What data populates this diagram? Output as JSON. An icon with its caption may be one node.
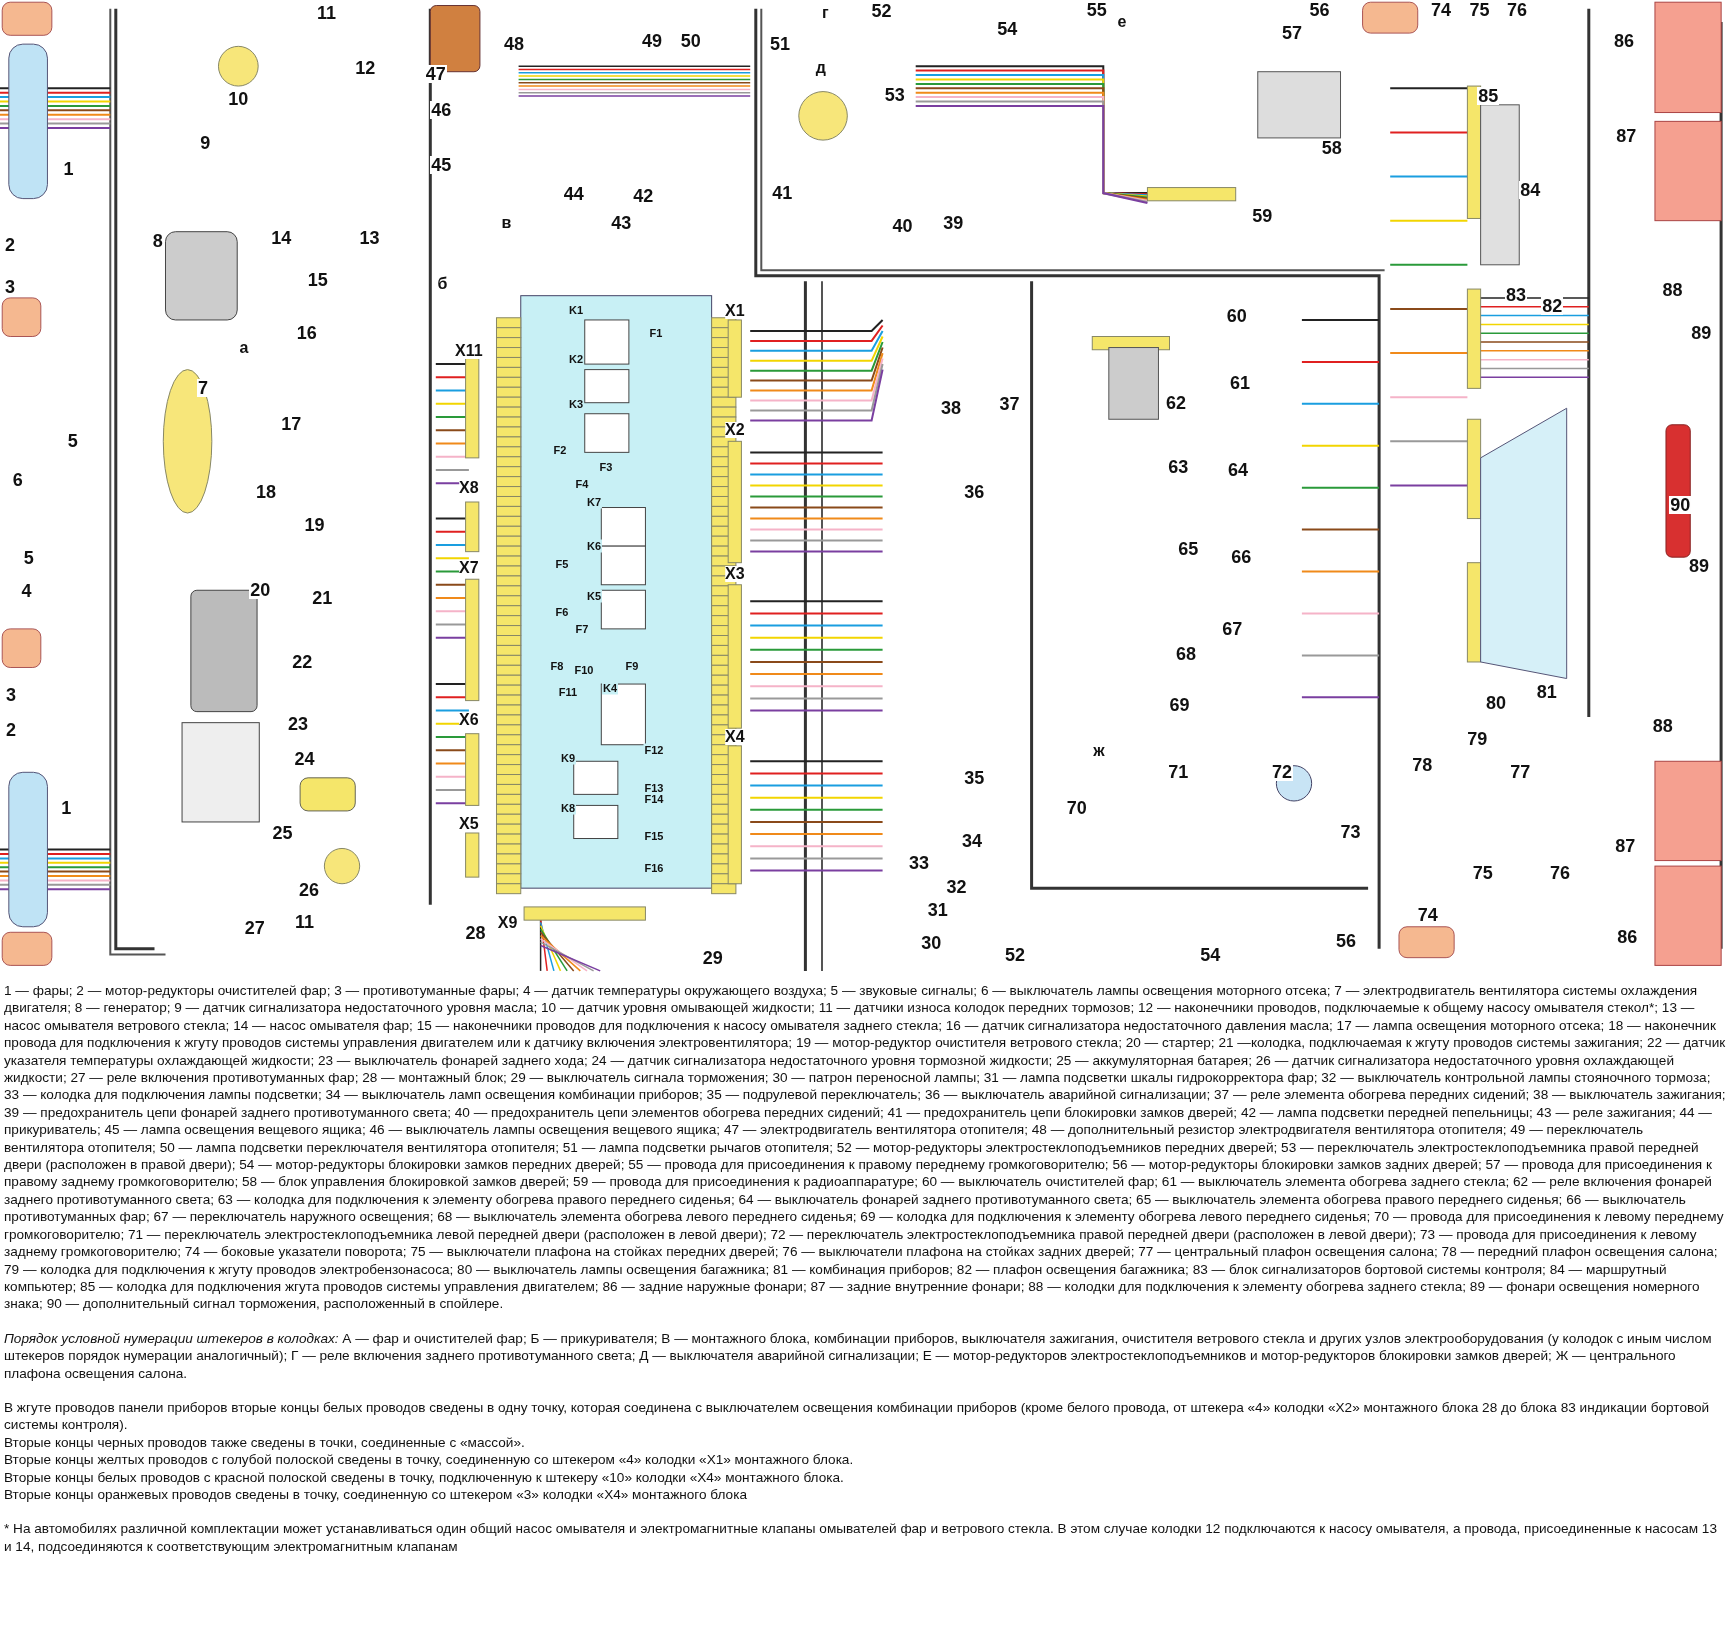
{
  "diagram": {
    "labels": [
      "1",
      "2",
      "3",
      "4",
      "5",
      "6",
      "5",
      "3",
      "2",
      "1",
      "7",
      "8",
      "9",
      "10",
      "11",
      "12",
      "14",
      "13",
      "15",
      "16",
      "17",
      "18",
      "19",
      "20",
      "21",
      "22",
      "23",
      "24",
      "25",
      "26",
      "11",
      "27",
      "28",
      "29",
      "30",
      "31",
      "32",
      "33",
      "34",
      "35",
      "36",
      "38",
      "37",
      "40",
      "39",
      "44",
      "42",
      "41",
      "43",
      "45",
      "46",
      "47",
      "48",
      "49",
      "50",
      "51",
      "52",
      "53",
      "54",
      "55",
      "56",
      "57",
      "58",
      "59",
      "60",
      "61",
      "62",
      "63",
      "64",
      "65",
      "66",
      "67",
      "68",
      "69",
      "70",
      "71",
      "72",
      "73",
      "74",
      "75",
      "76",
      "77",
      "78",
      "79",
      "80",
      "81",
      "82",
      "83",
      "84",
      "85",
      "86",
      "87",
      "88",
      "89",
      "90",
      "89",
      "88",
      "87",
      "86",
      "75",
      "76",
      "74",
      "52",
      "54",
      "56",
      "а",
      "б",
      "в",
      "г",
      "д",
      "е",
      "ж",
      "X11",
      "X8",
      "X7",
      "X6",
      "X5",
      "X9",
      "X1",
      "X2",
      "X3",
      "X4",
      "K1",
      "F1",
      "K2",
      "K3",
      "F2",
      "F3",
      "F4",
      "K7",
      "K6",
      "F5",
      "K5",
      "F6",
      "F7",
      "F8",
      "F10",
      "F9",
      "F11",
      "K4",
      "F12",
      "K9",
      "F13",
      "F14",
      "K8",
      "F15",
      "F16",
      "1 — фары;",
      "2 — мотор-редукторы очистителей фар;",
      "3 — противотуманные фары;",
      "4 — датчик температуры окружающего воздуха;",
      "5 — звуковые сигналы;",
      "6 — выключатель лампы освещения моторного отсека;",
      "7 — электродвигатель вентилятора системы охлаждения двигателя;",
      "8 — генератор;",
      "9 — датчик сигнализатора недостаточного уровня масла;",
      "10 — датчик уровня омывающей жидкости;",
      "11 — датчики износа колодок передних тормозов;",
      "12 — наконечники проводов, подключаемые к общему насосу омывателя стекол*;",
      "13 — насос омывателя ветрового стекла;",
      "14 — насос омывателя фар;",
      "15 — наконечники проводов для подключения к насосу омывателя заднего стекла;",
      "16 — датчик сигнализатора недостаточного давления масла;",
      "17 — лампа освещения моторного отсека;",
      "18 — наконечник провода для подключения к жгуту проводов системы управления двигателем или к датчику включения электровентилятора;",
      "19 — мотор-редуктор очистителя ветрового стекла;",
      "20 — стартер;",
      "21 —колодка, подключаемая к жгуту проводов системы зажигания;",
      "22 — датчик указателя температуры охлаждающей жидкости;",
      "23 — выключатель фонарей заднего хода;",
      "24 — датчик сигнализатора недостаточного уровня тормозной жидкости;",
      "25 — аккумуляторная батарея;",
      "26 — датчик сигнализатора недостаточного уровня охлаждающей жидкости;",
      "27 — реле включения противотуманных фар;",
      "28 — монтажный блок;",
      "29 — выключатель сигнала торможения;",
      "30 — патрон переносной лампы;",
      "31 — лампа подсветки шкалы гидрокорректора фар;",
      "32 — выключатель контрольной лампы стояночного тормоза;",
      "33 — колодка для подключения лампы подсветки;",
      "34 — выключатель ламп освещения комбинации приборов;",
      "35 — подрулевой переключатель;",
      "36 — выключатель аварийной сигнализации;",
      "37 — реле элемента обогрева передних сидений;",
      "38 — выключатель зажигания;",
      "39 — предохранитель цепи фонарей заднего противотуманного света;",
      "40 — предохранитель цепи элементов обогрева передних сидений;",
      "41 — предохранитель цепи блокировки замков дверей;",
      "42 — лампа подсветки передней пепельницы;",
      "43 — реле зажигания;",
      "44 — прикуриватель;",
      "45 — лампа освещения вещевого ящика;",
      "46 — выключатель лампы освещения вещевого ящика;",
      "47 — электродвигатель вентилятора отопителя;",
      "48 — дополнительный резистор электродвигателя вентилятора отопителя;",
      "49 — переключатель вентилятора отопителя;",
      "50 — лампа подсветки переключателя вентилятора отопителя;",
      "51 — лампа подсветки рычагов отопителя;",
      "52 — мотор-редукторы электростеклоподъемников передних дверей;",
      "53 — переключатель электростеклоподъемника правой передней двери (расположен в правой двери);",
      "54 — мотор-редукторы блокировки замков передних дверей;",
      "55 — провода для присоединения к правому переднему громкоговорителю;",
      "56 — мотор-редукторы блокировки замков задних дверей;",
      "57 — провода для присоединения к правому заднему громкоговорителю;",
      "58 — блок управления блокировкой замков дверей;",
      "59 — провода для присоединения к радиоаппаратуре;",
      "60 — выключатель очистителей фар;",
      "61 — выключатель элемента обогрева заднего стекла;",
      "62 — реле включения фонарей заднего противотуманного света;",
      "63 — колодка для подключения к элементу обогрева правого переднего сиденья;",
      "64 — выключатель фонарей заднего противотуманного света;",
      "65 — выключатель элемента обогрева правого переднего сиденья;",
      "66 — выключатель противотуманных фар;",
      "67 — переключатель наружного освещения;",
      "68 — выключатель элемента обогрева левого переднего сиденья;",
      "69 — колодка для подключения к элементу обогрева левого переднего сиденья;",
      "70 — провода для присоединения к левому переднему громкоговорителю;",
      "71 — переключатель электростеклоподъемника левой передней двери (расположен в левой двери);",
      "72 — переключатель электростеклоподъемника правой передней двери (расположен в левой двери);",
      "73 — провода для присоединения к левому заднему громкоговорителю;",
      "74 — боковые указатели поворота;",
      "75 — выключатели плафона на стойках передних дверей;",
      "76 — выключатели плафона на стойках задних дверей;",
      "77 — центральный плафон освещения салона;",
      "78 — передний плафон освещения салона;",
      "79 — колодка для подключения к жгуту проводов электробензонасоса;",
      "80 — выключатель лампы освещения багажника;",
      "81 — комбинация приборов;",
      "82 — плафон освещения багажника;",
      "83 — блок сигнализаторов бортовой системы контроля;",
      "84 — маршрутный компьютер;",
      "85 — колодка для подключения жгута проводов системы управления двигателем;",
      "86 — задние наружные фонари;",
      "87 — задние внутренние фонари;",
      "88 — колодки для подключения к элементу обогрева заднего стекла;",
      "89 — фонари освещения номерного знака;",
      "90 — дополнительный сигнал торможения, расположенный в спойлере.",
      "*Порядок условной нумерации штекеров в колодках:* А — фар и очистителей фар; Б — прикуривателя; В — монтажного блока, комбинации приборов, выключателя зажигания, очистителя ветрового стекла и других узлов электрооборудования (у колодок с иным числом штекеров порядок нумерации аналогичный); Г — реле включения заднего противотуманного света; Д — выключателя аварийной сигнализации; Е — мотор-редукторов электростеклоподъемников и мотор-редукторов блокировки замков дверей; Ж — центрального плафона освещения салона.",
      "В жгуте проводов панели приборов вторые концы белых проводов сведены в одну точку, которая соединена с выключателем освещения комбинации приборов (кроме белого провода, от штекера «4» колодки «X2» монтажного блока 28 до блока 83 индикации бортовой системы контроля).",
      "Вторые концы черных проводов также сведены в точки, соединенные с «массой».",
      "Вторые концы желтых проводов с голубой полоской сведены в точку, соединенную со штекером «4» колодки «X1» монтажного блока.",
      "Вторые концы белых проводов с красной полоской сведены в точку, подключенную к штекеру «10» колодки «X4» монтажного блока.",
      "Вторые концы оранжевых проводов сведены в точку, соединенную со штекером «3» колодки «X4» монтажного блока",
      "* На автомобилях различной комплектации может устанавливаться один общий насос омывателя и электромагнитные клапаны омывателей фар и ветрового стекла. В этом случае колодки 12 подключаются к насосу омывателя, а провода, присоединенные к насосам 13 и 14, подсоединяются к соответствующим электромагнитным клапанам"
    ]
  }
}
